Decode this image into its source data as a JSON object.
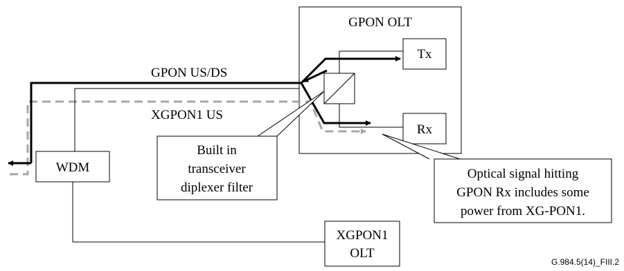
{
  "olt_title": "GPON OLT",
  "tx_label": "Tx",
  "rx_label": "Rx",
  "wdm_label": "WDM",
  "xgpon1_olt_label": [
    "XGPON1",
    "OLT"
  ],
  "gpon_signal_label": "GPON US/DS",
  "xgpon1_signal_label": "XGPON1 US",
  "diplexer_callout": [
    "Built in",
    "transceiver",
    "diplexer filter"
  ],
  "rx_callout": [
    "Optical signal hitting",
    "GPON Rx includes some",
    "power from XG-PON1."
  ],
  "figure_id": "G.984.5(14)_FIII.2",
  "colors": {
    "gpon_path": "#000000",
    "xgpon1_path": "#a6a6a6",
    "outline": "#000000"
  }
}
